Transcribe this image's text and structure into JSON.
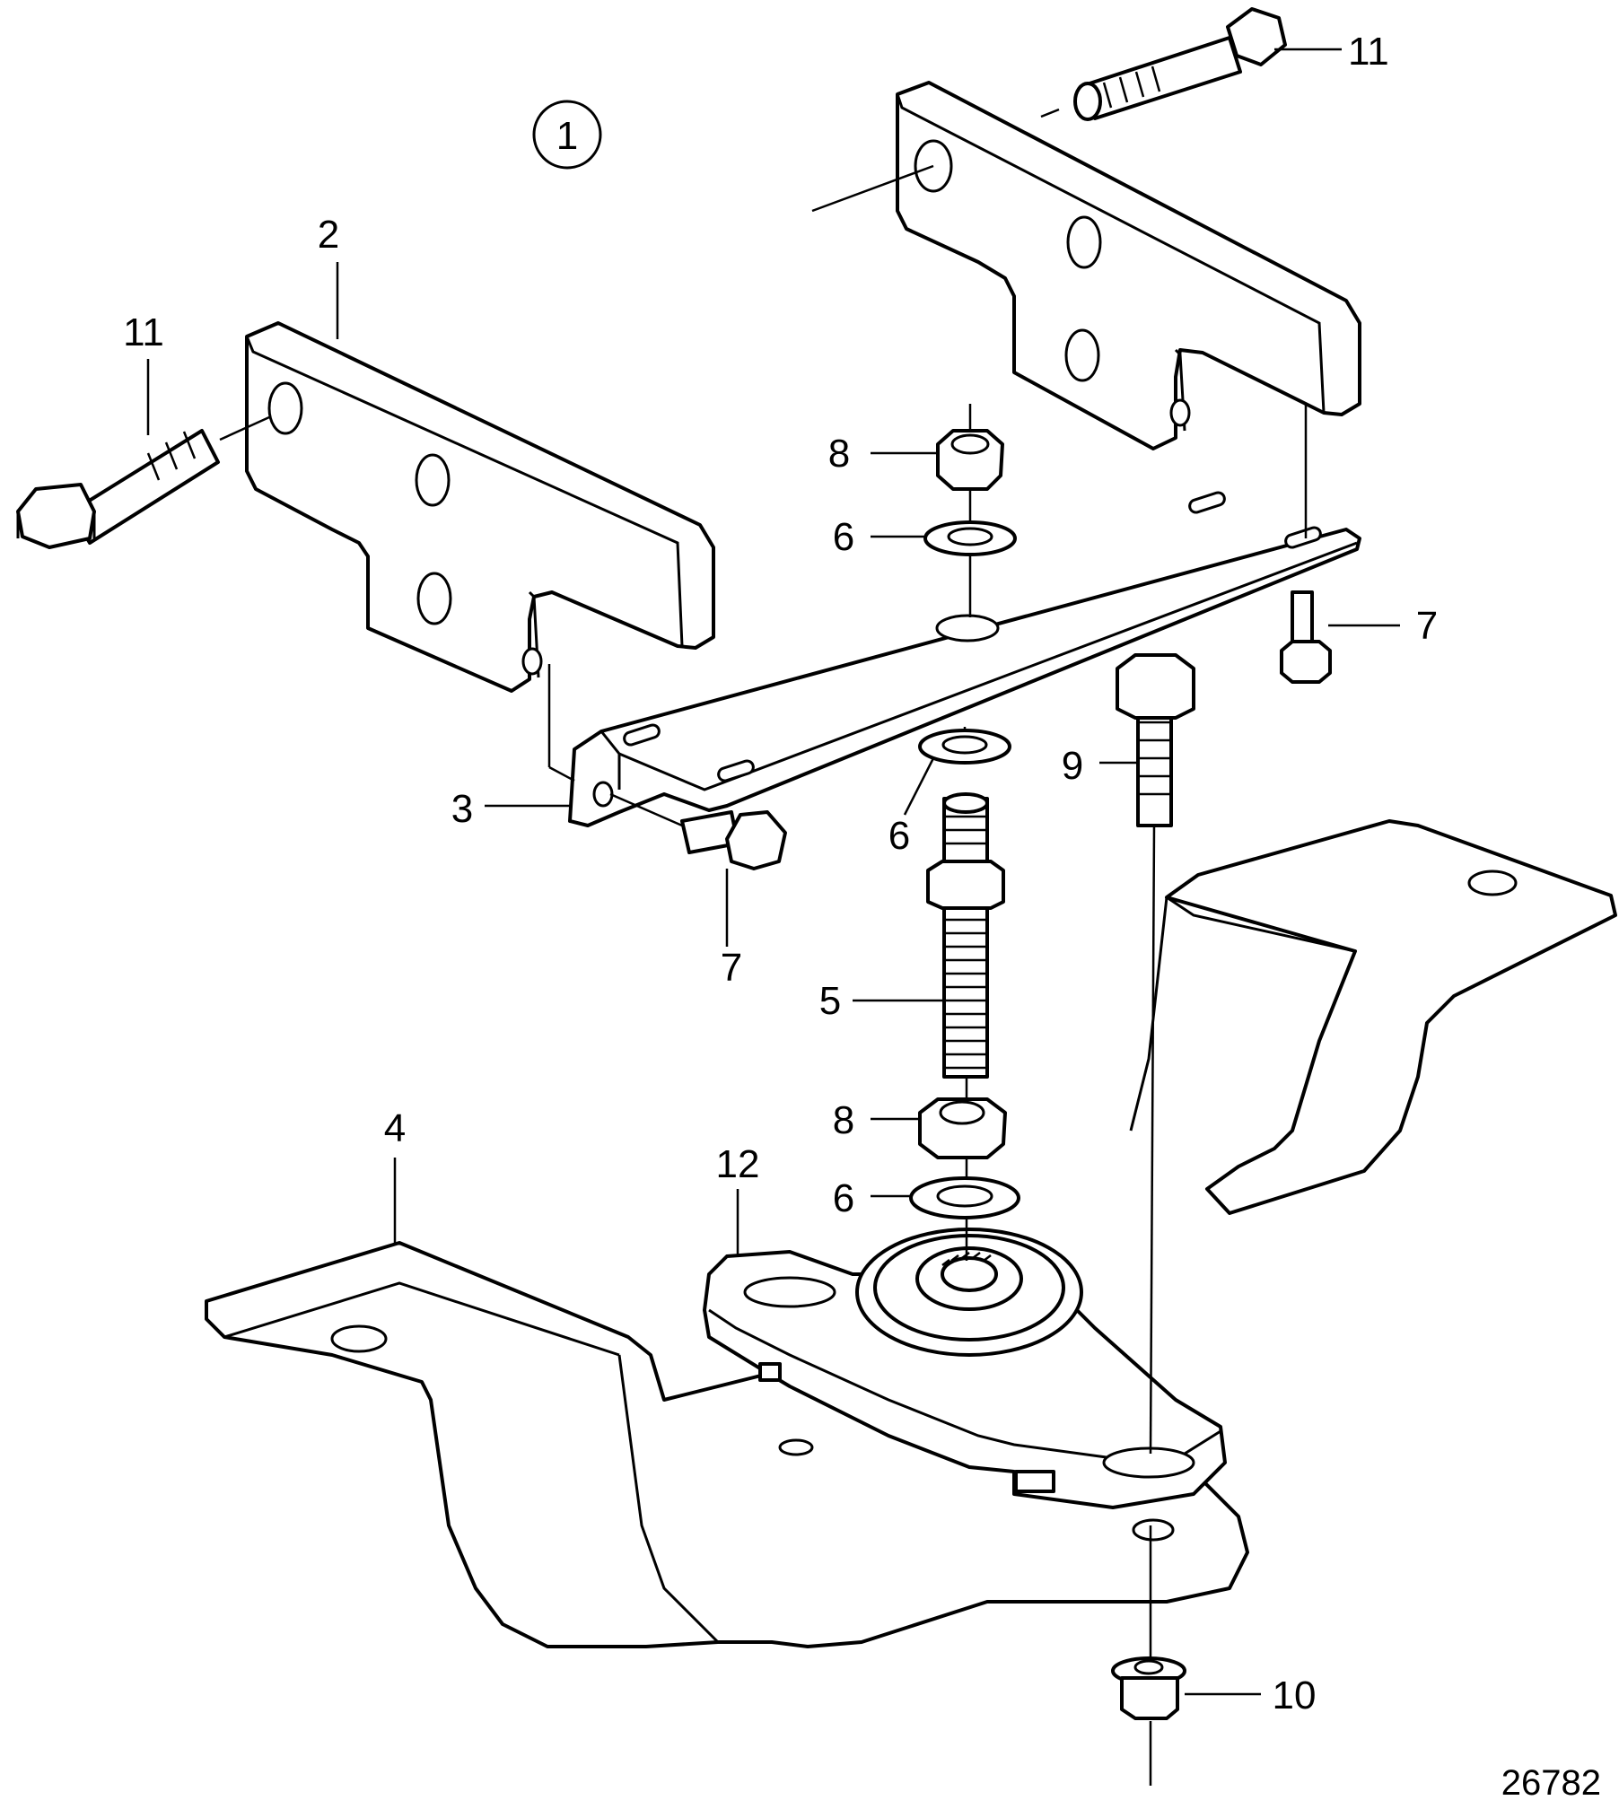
{
  "figure_number": "26782",
  "view_marker": "1",
  "callouts": [
    {
      "id": "c11a",
      "text": "11"
    },
    {
      "id": "c2",
      "text": "2"
    },
    {
      "id": "c11b",
      "text": "11"
    },
    {
      "id": "c8a",
      "text": "8"
    },
    {
      "id": "c6a",
      "text": "6"
    },
    {
      "id": "c7a",
      "text": "7"
    },
    {
      "id": "c3",
      "text": "3"
    },
    {
      "id": "c9",
      "text": "9"
    },
    {
      "id": "c6b",
      "text": "6"
    },
    {
      "id": "c7b",
      "text": "7"
    },
    {
      "id": "c5",
      "text": "5"
    },
    {
      "id": "c4",
      "text": "4"
    },
    {
      "id": "c8b",
      "text": "8"
    },
    {
      "id": "c12",
      "text": "12"
    },
    {
      "id": "c6c",
      "text": "6"
    },
    {
      "id": "c10",
      "text": "10"
    }
  ]
}
